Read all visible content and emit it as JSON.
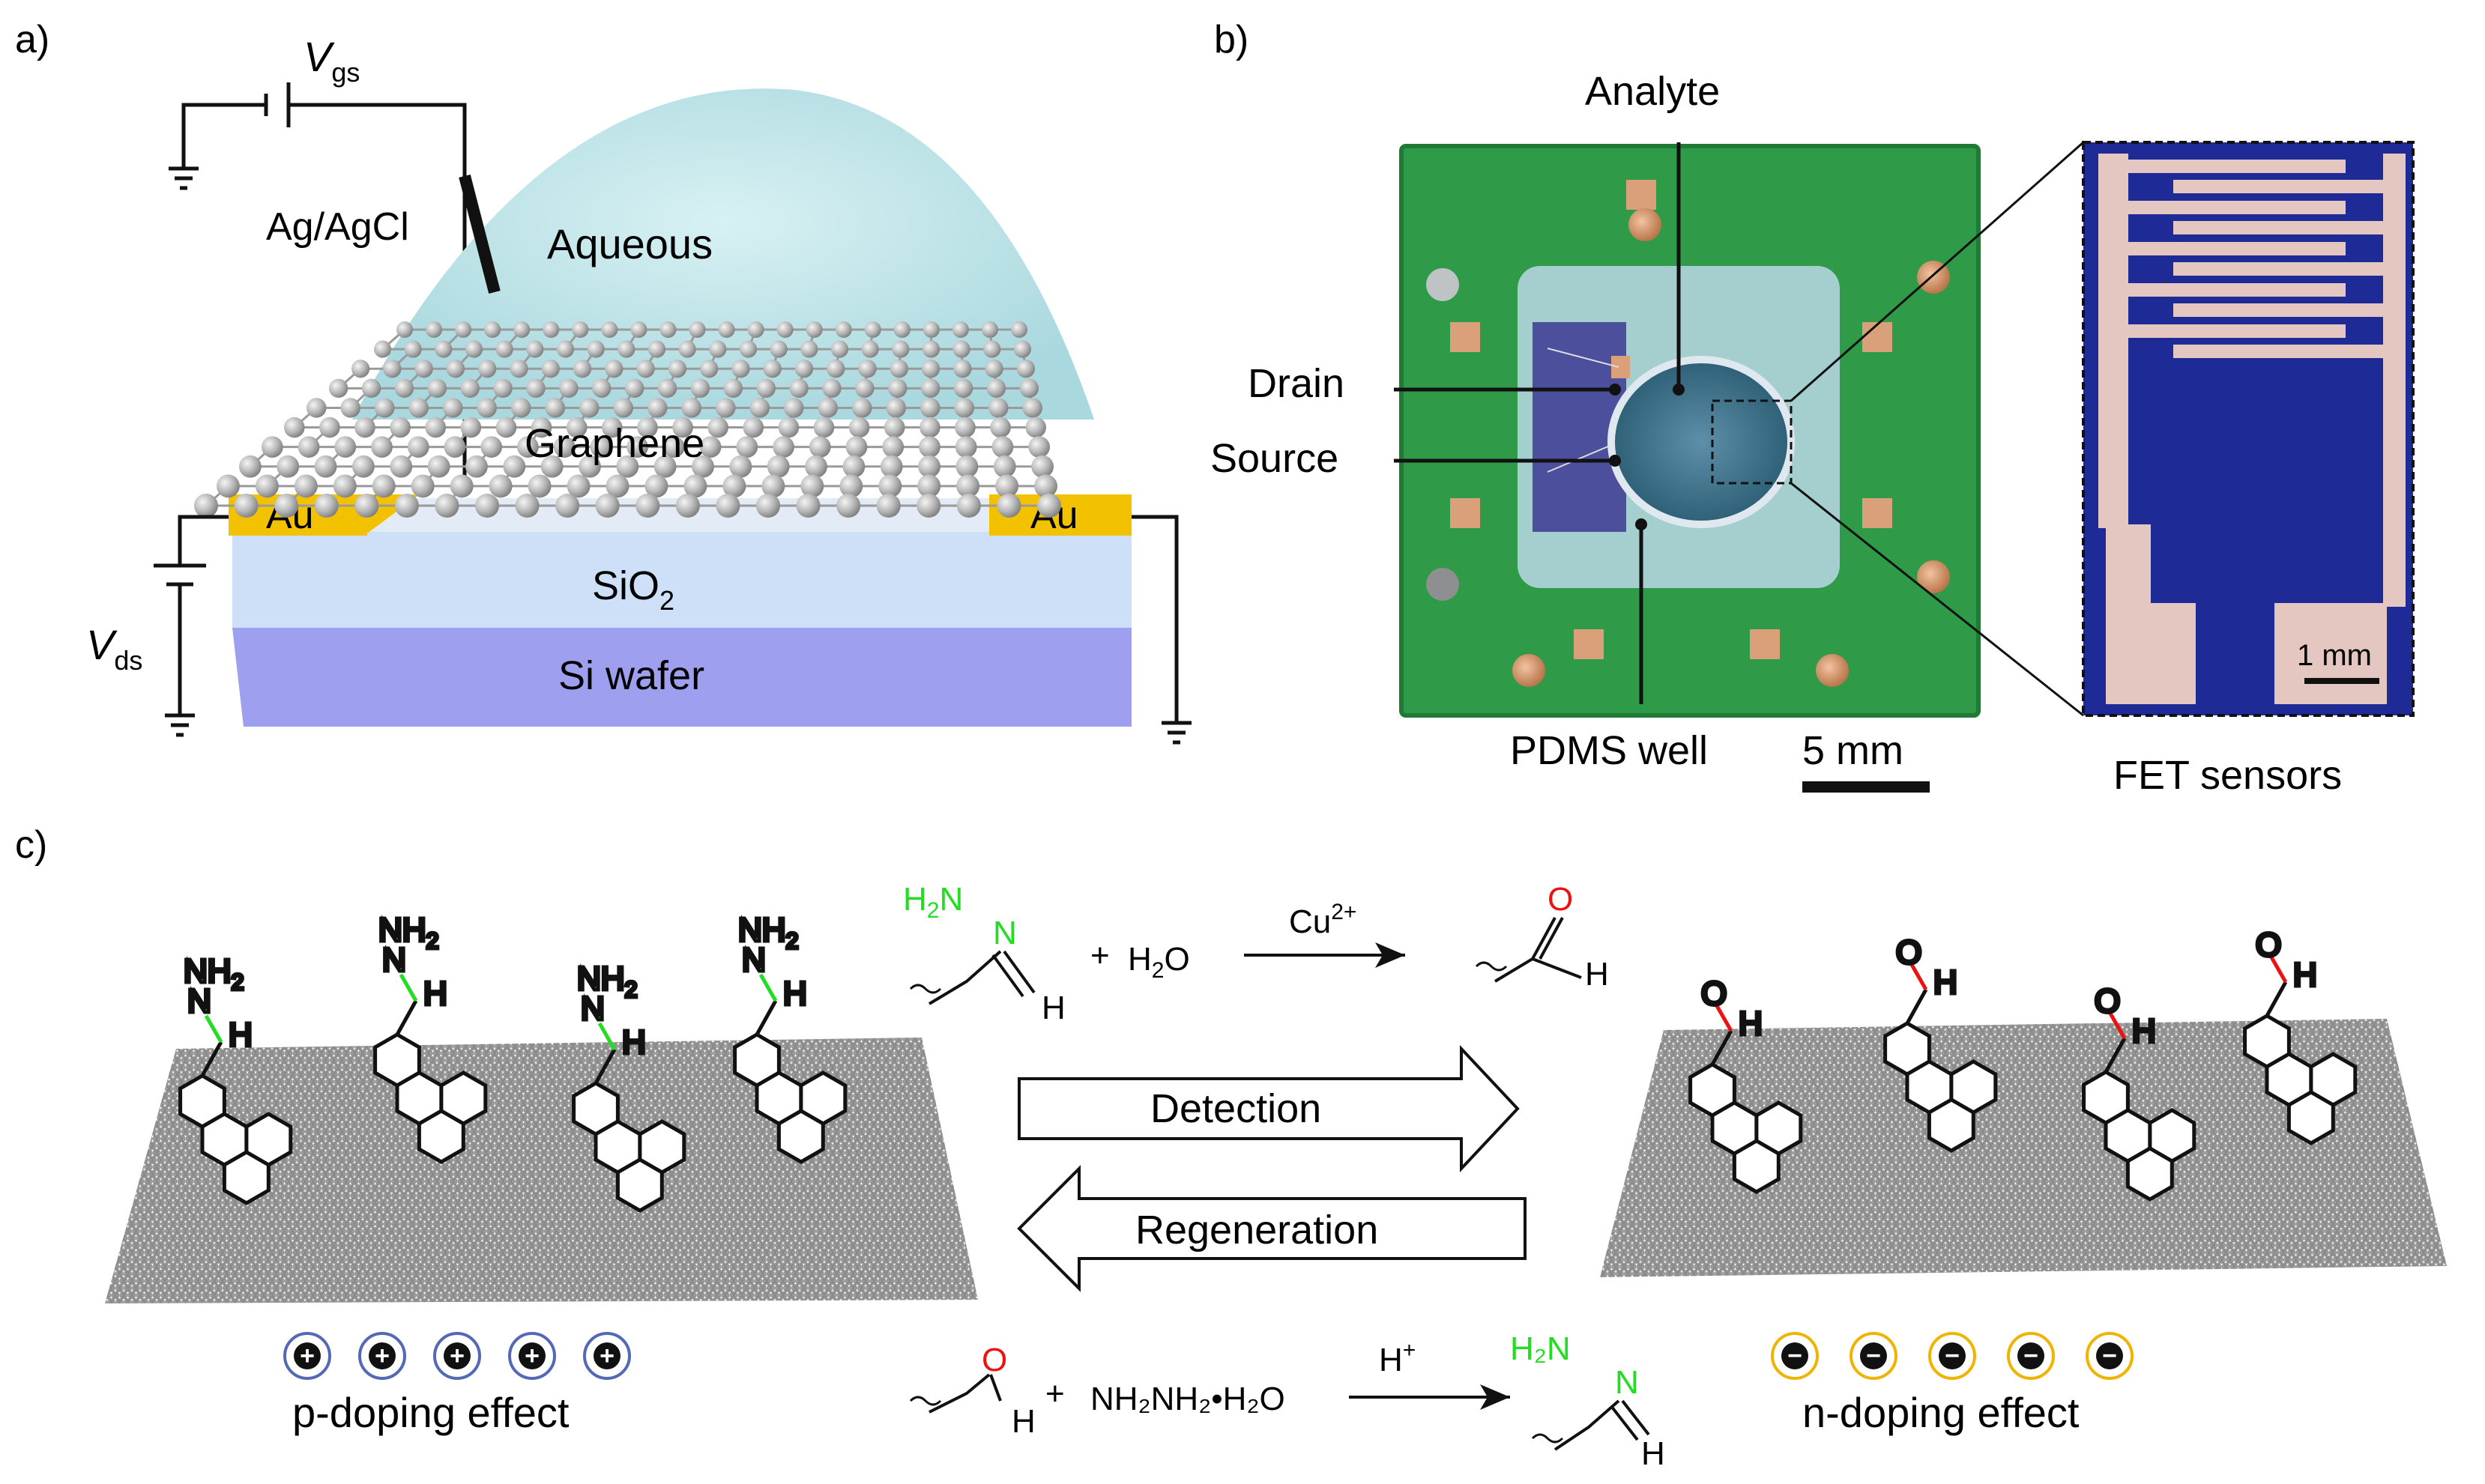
{
  "panel_a": {
    "label": "a)",
    "vgs": "V",
    "vgs_sub": "gs",
    "vds": "V",
    "vds_sub": "ds",
    "electrode": "Ag/AgCl",
    "drop": "Aqueous",
    "graphene": "Graphene",
    "au_left": "Au",
    "au_right": "Au",
    "sio2": "SiO",
    "sio2_sub": "2",
    "si": "Si wafer"
  },
  "panel_b": {
    "label": "b)",
    "analyte": "Analyte",
    "drain": "Drain",
    "source": "Source",
    "pdms": "PDMS well",
    "scale_main": "5 mm",
    "scale_inset": "1 mm",
    "fet": "FET sensors"
  },
  "panel_c": {
    "label": "c)",
    "nh2": "NH",
    "nh2_sub": "2",
    "n": "N",
    "h": "H",
    "o": "O",
    "rxn_top": {
      "h2n": "H",
      "h2n_sub": "2",
      "h2n_n": "N",
      "n": "N",
      "h": "H",
      "plus": "+",
      "water": "H",
      "water_sub": "2",
      "water_o": "O",
      "catalyst": "Cu",
      "catalyst_sup": "2+",
      "o": "O",
      "prod_h": "H"
    },
    "detection": "Detection",
    "regeneration": "Regeneration",
    "rxn_bottom": {
      "o": "O",
      "h": "H",
      "plus": "+",
      "reagent": "NH₂NH₂•H₂O",
      "catalyst": "H",
      "catalyst_sup": "+",
      "h2n": "H₂N",
      "n": "N",
      "prod_h": "H"
    },
    "p_sign": "+",
    "n_sign": "−",
    "p_doping": "p-doping effect",
    "n_doping": "n-doping effect"
  },
  "colors": {
    "green_label": "#22dd22",
    "red_label": "#ee1111",
    "gold": "#f2c200",
    "board_green": "#2f9a47",
    "wafer_blue": "#9f9ff0",
    "oxide_blue": "#cde0f7",
    "drop_cyan": "#bfe6ea",
    "chip_navy": "#1e2a96",
    "copper": "#d9a07a"
  }
}
